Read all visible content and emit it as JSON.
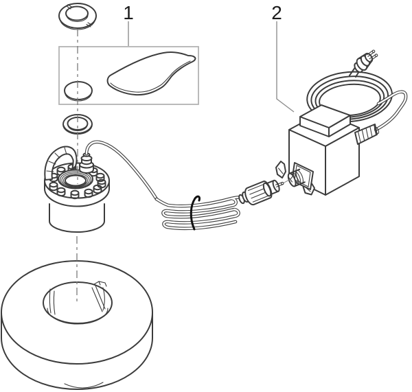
{
  "figure": {
    "type": "exploded-parts-diagram",
    "background": "#ffffff",
    "callouts": [
      {
        "label": "1",
        "target": "maintenance-kit-box"
      },
      {
        "label": "2",
        "target": "transformer-power-supply"
      }
    ],
    "parts": [
      {
        "callout": "1",
        "name": "fogger maintenance kit: locking ring, membrane disc, cleaning scraper, o-ring"
      },
      {
        "callout": "2",
        "name": "transformer with coiled mains cable, plug and low-voltage connector"
      }
    ]
  },
  "colors": {
    "line": "#3c3c3c",
    "line-light": "#7a7a7a",
    "leader": "#8e8e8e",
    "frame": "#b3b3b3",
    "label": "#1c1c1c",
    "tie": "#121212",
    "bg": "#ffffff"
  }
}
